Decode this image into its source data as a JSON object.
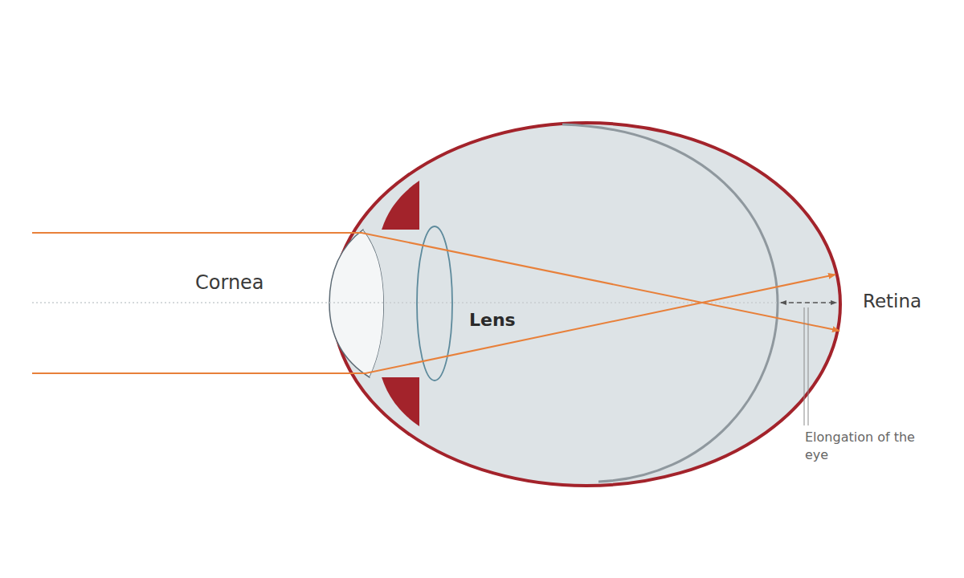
{
  "diagram": {
    "labels": [
      "Cornea",
      "Lens",
      "Retina",
      "Elongation of the eye"
    ]
  }
}
